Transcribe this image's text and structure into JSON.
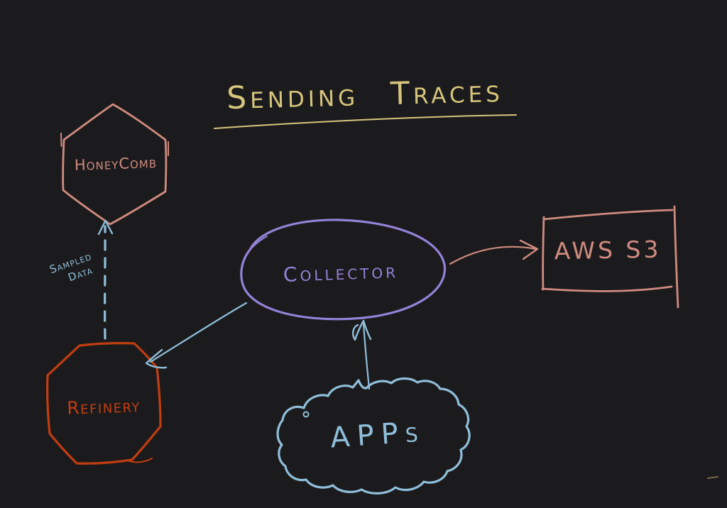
{
  "app": {
    "background": "#1b1b1d",
    "kind": "hand-drawn architecture diagram"
  },
  "title": {
    "text": "Sending Traces",
    "color": "#d6c57c",
    "underlined": true
  },
  "nodes": {
    "honeycomb": {
      "label": "HoneyComb",
      "shape": "hexagon",
      "color": "#d08b7f"
    },
    "collector": {
      "label": "Collector",
      "shape": "ellipse",
      "color": "#9382d8"
    },
    "aws_s3": {
      "label": "AWS S3",
      "shape": "rectangle",
      "color": "#d08b7f"
    },
    "refinery": {
      "label": "Refinery",
      "shape": "octagon",
      "color": "#c23d10"
    },
    "apps": {
      "label": "APPs",
      "shape": "cloud",
      "color": "#8fbeda"
    }
  },
  "edges": {
    "refinery_to_honeycomb": {
      "from": "refinery",
      "to": "honeycomb",
      "label": "Sampled Data",
      "label_line1": "Sampled",
      "label_line2": "Data",
      "style": "dashed",
      "color": "#8fbeda"
    },
    "collector_to_refinery": {
      "from": "collector",
      "to": "refinery",
      "style": "solid",
      "color": "#8fbeda"
    },
    "apps_to_collector": {
      "from": "apps",
      "to": "collector",
      "style": "solid",
      "color": "#8fbeda"
    },
    "collector_to_aws_s3": {
      "from": "collector",
      "to": "aws_s3",
      "style": "solid",
      "color": "#d08b7f"
    }
  },
  "decorations": {
    "stray_mark_color": "#8f7757"
  }
}
